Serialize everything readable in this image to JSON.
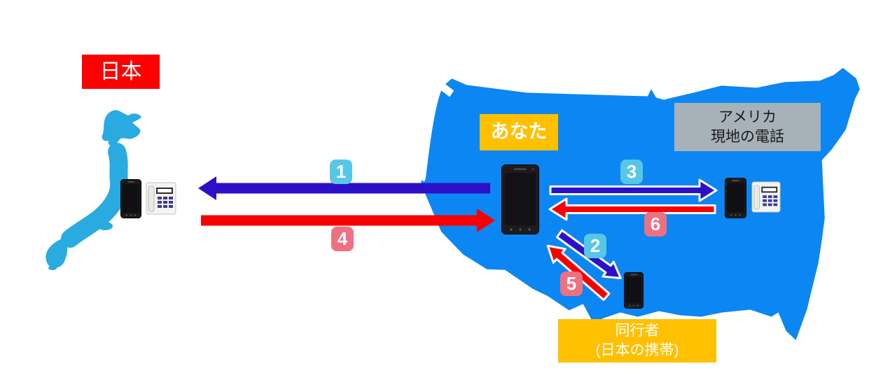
{
  "regions": {
    "japan": {
      "label": "日本"
    },
    "you": {
      "label": "あなた"
    },
    "us_local": {
      "line1": "アメリカ",
      "line2": "現地の電話"
    },
    "companion": {
      "line1": "同行者",
      "line2": "(日本の携帯)"
    }
  },
  "badges": {
    "b1": "1",
    "b2": "2",
    "b3": "3",
    "b4": "4",
    "b5": "5",
    "b6": "6"
  },
  "colors": {
    "us_map_blue": "#0c86f2",
    "japan_map_blue": "#29abe2",
    "arrow_blue": "#2b10c8",
    "arrow_red": "#f80000",
    "badge_blue": "#57c7e8",
    "badge_pink": "#ef7080",
    "label_red": "#ff0000",
    "label_gold": "#ffc000",
    "label_gray": "#a7b1b8"
  }
}
